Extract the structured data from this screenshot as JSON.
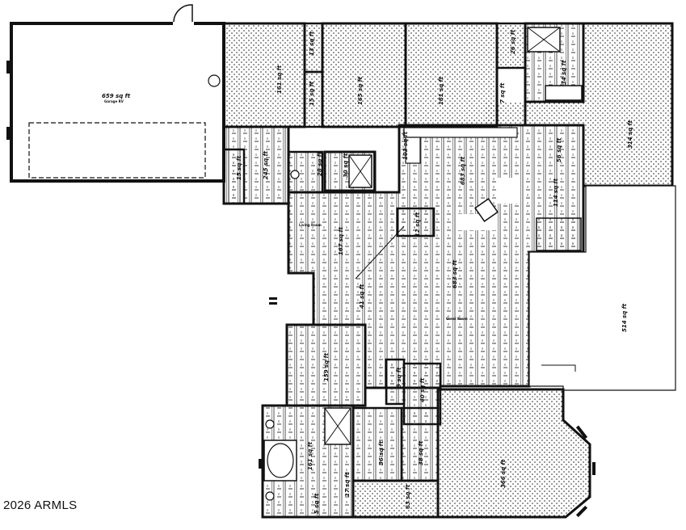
{
  "floorplan": {
    "type": "single-story house floor plan",
    "rooms": [
      {
        "id": "garage-3car",
        "area": "659 sq ft",
        "sublabel": "Garage RV",
        "shade": "none"
      },
      {
        "id": "bedroom-a",
        "area": "161 sq ft",
        "shade": "dots"
      },
      {
        "id": "closet-a1",
        "area": "13 sq ft",
        "shade": "dots"
      },
      {
        "id": "closet-a2",
        "area": "15 sq ft",
        "shade": "dots"
      },
      {
        "id": "bedroom-b",
        "area": "165 sq ft",
        "shade": "dots"
      },
      {
        "id": "bedroom-c",
        "area": "181 sq ft",
        "shade": "dots"
      },
      {
        "id": "closet-c",
        "area": "26 sq ft",
        "shade": "dots"
      },
      {
        "id": "linen-c",
        "area": "7 sq ft",
        "shade": "tile"
      },
      {
        "id": "bath-c",
        "area": "34 sq ft",
        "shade": "tile"
      },
      {
        "id": "family-room",
        "area": "314 sq ft",
        "shade": "dots"
      },
      {
        "id": "laundry",
        "area": "15 sq ft",
        "shade": "tile"
      },
      {
        "id": "mudroom",
        "area": "245 sq ft",
        "shade": "tile"
      },
      {
        "id": "hall-bath",
        "area": "28 sq ft",
        "shade": "tile"
      },
      {
        "id": "shower-bath",
        "area": "30 sq ft",
        "shade": "tile"
      },
      {
        "id": "hallway",
        "area": "103 sq ft",
        "shade": "tile"
      },
      {
        "id": "pantry",
        "area": "12 sq ft",
        "shade": "tile"
      },
      {
        "id": "kitchen",
        "area": "683 sq ft",
        "shade": "tile"
      },
      {
        "id": "nook",
        "area": "56 sq ft",
        "shade": "tile"
      },
      {
        "id": "breakfast",
        "area": "114 sq ft",
        "shade": "tile"
      },
      {
        "id": "living-dining",
        "area": "167 sq ft",
        "sublabel": "Living Room",
        "shade": "tile"
      },
      {
        "id": "entry",
        "area": "41 sq ft",
        "shade": "tile"
      },
      {
        "id": "great-room",
        "area": "683 sq ft",
        "sublabel": "Great Room",
        "shade": "tile"
      },
      {
        "id": "patio",
        "area": "514 sq ft",
        "shade": "none"
      },
      {
        "id": "den",
        "area": "159 sq ft",
        "shade": "tile"
      },
      {
        "id": "powder",
        "area": "9 sq ft",
        "shade": "tile"
      },
      {
        "id": "master-hall",
        "area": "40 sq ft",
        "shade": "tile"
      },
      {
        "id": "master-bath",
        "area": "161 sq ft",
        "shade": "tile"
      },
      {
        "id": "wc",
        "area": "5 sq ft",
        "shade": "tile"
      },
      {
        "id": "closet-m1",
        "area": "17 sq ft",
        "shade": "tile"
      },
      {
        "id": "closet-m2",
        "area": "36 sq ft",
        "shade": "tile"
      },
      {
        "id": "walk-in-closet",
        "area": "38 sq ft",
        "shade": "tile"
      },
      {
        "id": "master-closet",
        "area": "63 sq ft",
        "shade": "dots"
      },
      {
        "id": "master-bedroom",
        "area": "366 sq ft",
        "shade": "dots"
      }
    ]
  },
  "labels": {
    "garage": "659 sq ft",
    "garage_sub": "Garage RV",
    "bed_a": "161 sq ft",
    "closet_a1": "13 sq ft",
    "closet_a2": "15 sq ft",
    "bed_b": "165 sq ft",
    "bed_c": "181 sq ft",
    "closet_c": "26 sq ft",
    "linen_c": "7 sq ft",
    "bath_c": "34 sq ft",
    "family": "314 sq ft",
    "laundry": "15 sq ft",
    "mud": "245 sq ft",
    "hallbath": "28 sq ft",
    "shower": "30 sq ft",
    "hall": "103 sq ft",
    "pantry": "12 sq ft",
    "kitchen": "683 sq ft",
    "nook": "56 sq ft",
    "breakfast": "114 sq ft",
    "living": "167 sq ft",
    "living_sub": "Living Room",
    "entry": "41 sq ft",
    "great": "683 sq ft",
    "great_sub": "Great Room",
    "patio": "514 sq ft",
    "den": "159 sq ft",
    "powder": "9 sq ft",
    "mhall": "40 sq ft",
    "mbath": "161 sq ft",
    "wc": "5 sq ft",
    "mcl1": "17 sq ft",
    "mcl2": "36 sq ft",
    "wic": "38 sq ft",
    "mcloset": "63 sq ft",
    "mbed": "366 sq ft"
  },
  "footer": {
    "copyright": "2026 ARMLS"
  },
  "colors": {
    "wall": "#111111",
    "background": "#ffffff",
    "pattern": "#222222"
  }
}
